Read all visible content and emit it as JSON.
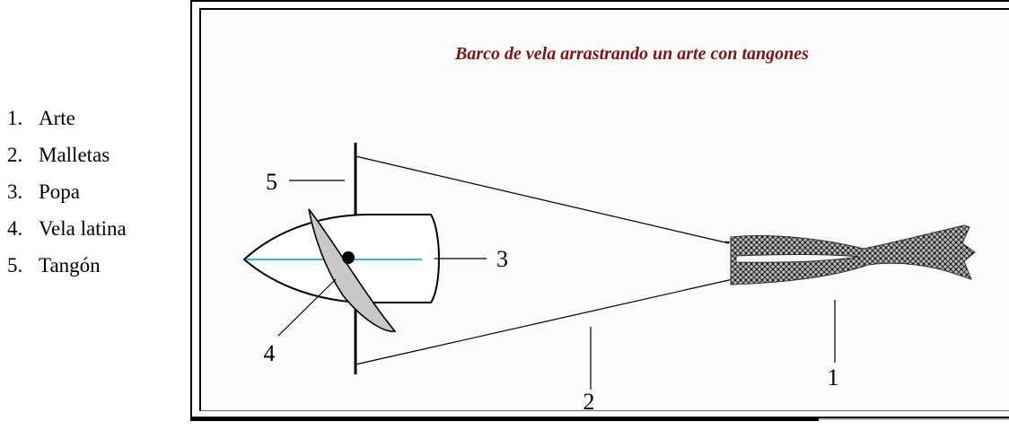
{
  "legend": {
    "items": [
      {
        "num": "1.",
        "label": "Arte"
      },
      {
        "num": "2.",
        "label": "Malletas"
      },
      {
        "num": "3.",
        "label": "Popa"
      },
      {
        "num": "4.",
        "label": "Vela latina"
      },
      {
        "num": "5.",
        "label": "Tangón"
      }
    ]
  },
  "diagram": {
    "title": "Barco de vela arrastrando un arte con tangones",
    "callouts": {
      "arte": "1",
      "malletas": "2",
      "popa": "3",
      "vela_latina": "4",
      "tangon": "5"
    },
    "colors": {
      "title": "#7a1518",
      "keel_line": "#3bb8c7",
      "sail": "#c8c8c8",
      "net": "#555555"
    }
  }
}
